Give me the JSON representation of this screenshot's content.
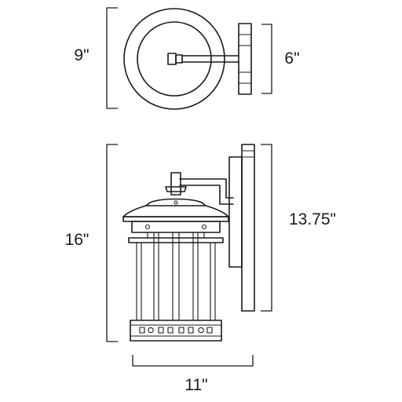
{
  "dimensions": {
    "top_height": "9\"",
    "backplate_height": "6\"",
    "overall_height": "16\"",
    "lantern_height": "13.75\"",
    "width": "11\""
  }
}
